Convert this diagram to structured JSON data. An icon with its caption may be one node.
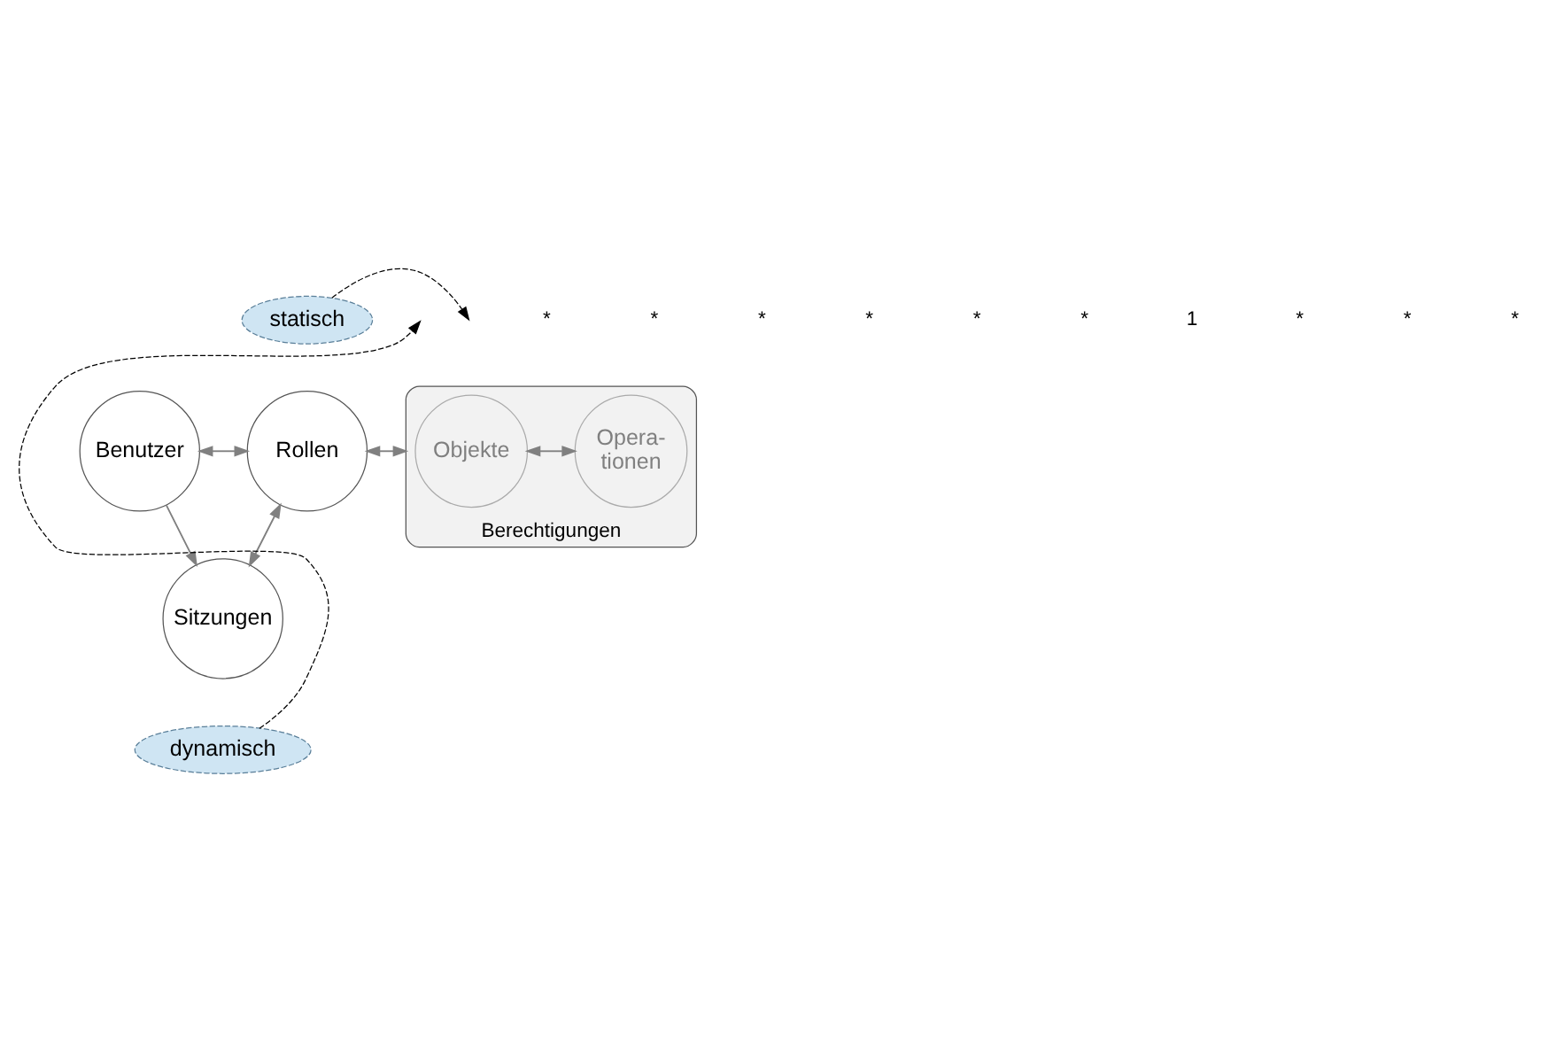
{
  "diagram": {
    "nodes": [
      {
        "text": [
          "statisch"
        ]
      },
      {
        "text": [
          "Benutzer"
        ]
      },
      {
        "text": [
          "Rollen"
        ]
      },
      {
        "text": [
          "Berechtigungen"
        ]
      },
      {
        "text": [
          "Objekte"
        ],
        "in": 3
      },
      {
        "text": [
          "Opera- tionen"
        ],
        "in": 3
      },
      {
        "text": [
          "Sitzungen"
        ]
      },
      {
        "text": [
          "dynamisch"
        ]
      }
    ],
    "edges": [
      {
        "from": 0,
        "to": null,
        "arrow": "to",
        "style": "dashed",
        "color": "#000000"
      },
      {
        "from": 1,
        "to": 2,
        "arrow": "both"
      },
      {
        "from": 2,
        "to": 3,
        "arrow": "both"
      },
      {
        "from": 4,
        "to": 5,
        "arrow": "both"
      },
      {
        "from": 1,
        "to": 6,
        "arrow": "to"
      },
      {
        "from": 6,
        "to": 2,
        "arrow": "both"
      },
      {
        "from": 7,
        "to": null,
        "arrow": "to",
        "style": "dashed",
        "color": "#000000"
      }
    ],
    "labels": [
      "*",
      "*",
      "*",
      "*",
      "*",
      "*",
      "1",
      "*",
      "*",
      "*"
    ]
  }
}
